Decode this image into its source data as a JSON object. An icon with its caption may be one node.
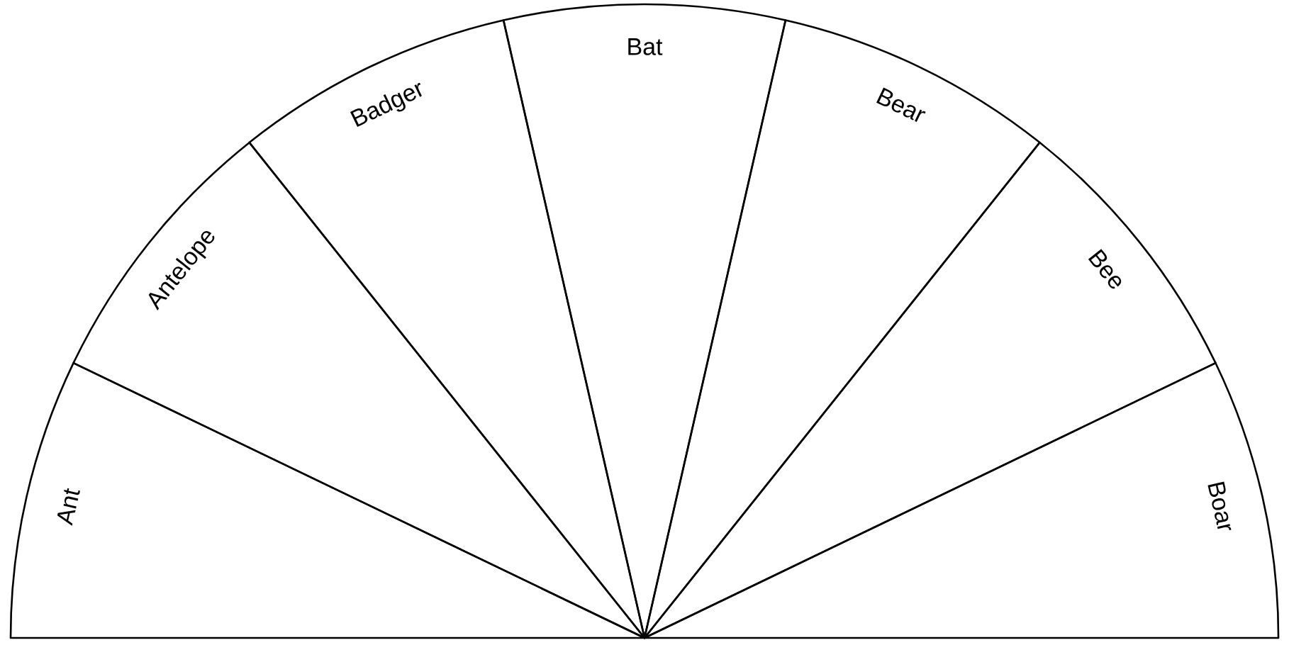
{
  "diagram": {
    "nodes": [
      {
        "text": [
          "Ant"
        ]
      },
      {
        "text": [
          "Antelope"
        ]
      },
      {
        "text": [
          "Badger"
        ]
      },
      {
        "text": [
          "Bat"
        ]
      },
      {
        "text": [
          "Bear"
        ]
      },
      {
        "text": [
          "Bee"
        ]
      },
      {
        "text": [
          "Boar"
        ]
      }
    ]
  }
}
